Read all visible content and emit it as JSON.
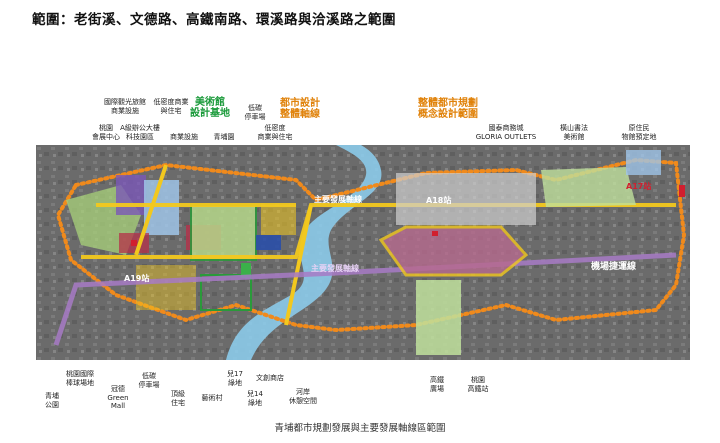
{
  "title": "範圍：老街溪、文德路、高鐵南路、環溪路與洽溪路之範圍",
  "caption": "青埔都市規劃發展與主要發展軸線區範圍",
  "top_labels": [
    {
      "id": "tourism-hotel",
      "text": "國際觀光旅館\n商業設施"
    },
    {
      "id": "density-commercial-1",
      "text": "低密度商業\n與住宅"
    },
    {
      "id": "arts-center",
      "text": "美術館\n設計基地",
      "style": "green"
    },
    {
      "id": "low-carbon-parking-top",
      "text": "低碳\n停車場"
    },
    {
      "id": "urban-design",
      "text": "都市設計\n整體軸線",
      "style": "orange"
    },
    {
      "id": "master-plan",
      "text": "整體都市規劃\n概念設計範圍",
      "style": "orange"
    },
    {
      "id": "taoyuan-conference",
      "text": "桃園\n會展中心"
    },
    {
      "id": "a-class-office",
      "text": "A級辦公大樓\n科技園區"
    },
    {
      "id": "commercial-facility",
      "text": "商業設施"
    },
    {
      "id": "qingpu-park",
      "text": "青埔園"
    },
    {
      "id": "density-commercial-2",
      "text": "低密度\n商業與住宅"
    },
    {
      "id": "gloria-outlets",
      "text": "國泰商務城\nGLORIA OUTLETS"
    },
    {
      "id": "hengshan-art",
      "text": "橫山書法\n美術館"
    },
    {
      "id": "aboriginal",
      "text": "原住民\n物館預定地"
    }
  ],
  "bottom_labels": [
    {
      "id": "qingpu-park-bottom",
      "text": "青埔\n公園"
    },
    {
      "id": "baseball",
      "text": "桃園國際\n棒球場地"
    },
    {
      "id": "green-mall",
      "text": "冠德\nGreen\nMall"
    },
    {
      "id": "low-carbon-parking-bottom",
      "text": "低碳\n停車場"
    },
    {
      "id": "high-end-housing",
      "text": "頂級\n住宅"
    },
    {
      "id": "art-village",
      "text": "藝術村"
    },
    {
      "id": "park17",
      "text": "兒17\n綠地"
    },
    {
      "id": "park14",
      "text": "兒14\n綠地"
    },
    {
      "id": "culture-shops",
      "text": "文創商店"
    },
    {
      "id": "riverside",
      "text": "河岸\n休憩空間"
    },
    {
      "id": "hsr-plaza",
      "text": "高鐵\n廣場"
    },
    {
      "id": "hsr-station-land",
      "text": "桃園\n高鐵站"
    }
  ],
  "map_labels": {
    "a17": "A17站",
    "a18": "A18站",
    "a19": "A19站",
    "axis1": "主要發展軸線",
    "axis2": "主要發展軸線",
    "airport_mrt": "機場捷運線"
  },
  "colors": {
    "orange": "#f08a1c",
    "yellow": "#f2c81e",
    "blue_river": "#7fc3e6",
    "purple": "#a77ac5",
    "red": "#c8283c",
    "green": "#7fc85a"
  }
}
